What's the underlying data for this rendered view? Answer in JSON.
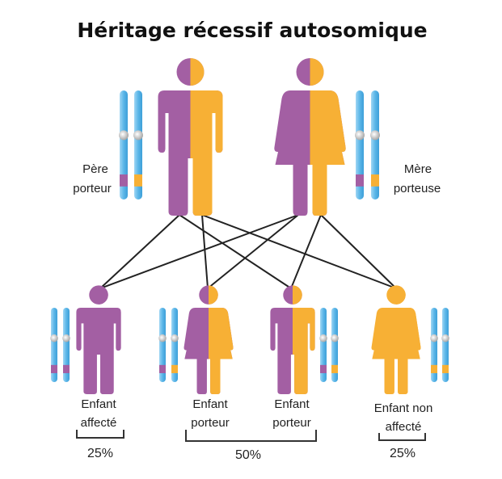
{
  "title": "Héritage récessif autosomique",
  "colors": {
    "recessive": "#a35fa3",
    "dominant": "#f7b035",
    "chromosome": "#5bb6e8",
    "centromere": "#c8c8c8",
    "link": "#222222"
  },
  "parents": [
    {
      "id": "father",
      "sex": "male",
      "label": [
        "Père",
        "porteur"
      ],
      "alleles": [
        "recessive",
        "dominant"
      ]
    },
    {
      "id": "mother",
      "sex": "female",
      "label": [
        "Mère",
        "porteuse"
      ],
      "alleles": [
        "recessive",
        "dominant"
      ]
    }
  ],
  "children": [
    {
      "id": "child-affected",
      "sex": "male",
      "label": [
        "Enfant",
        "affecté"
      ],
      "alleles": [
        "recessive",
        "recessive"
      ]
    },
    {
      "id": "child-carrier-girl",
      "sex": "female",
      "label": [
        "Enfant",
        "porteur"
      ],
      "alleles": [
        "recessive",
        "dominant"
      ]
    },
    {
      "id": "child-carrier-boy",
      "sex": "male",
      "label": [
        "Enfant",
        "porteur"
      ],
      "alleles": [
        "recessive",
        "dominant"
      ]
    },
    {
      "id": "child-unaffected",
      "sex": "female",
      "label": [
        "Enfant non",
        "affecté"
      ],
      "alleles": [
        "dominant",
        "dominant"
      ]
    }
  ],
  "probabilities": [
    {
      "label": "25%",
      "value": 25
    },
    {
      "label": "50%",
      "value": 50
    },
    {
      "label": "25%",
      "value": 25
    }
  ]
}
